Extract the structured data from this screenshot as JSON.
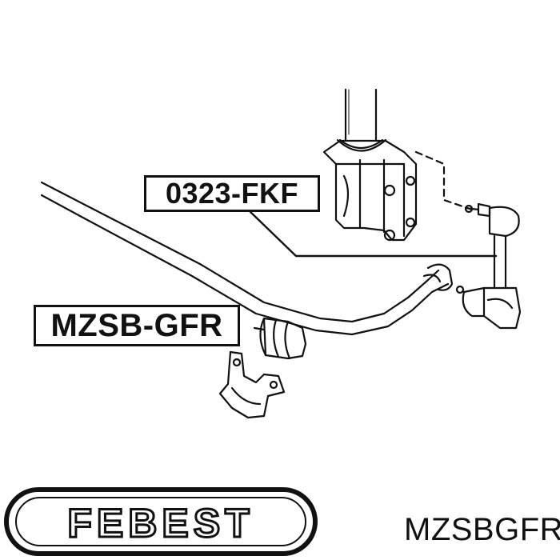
{
  "callouts": [
    {
      "id": "0323",
      "text": "0323-FKF"
    },
    {
      "id": "mzsb",
      "text": "MZSB-GFR"
    }
  ],
  "brand": {
    "name": "FEBEST"
  },
  "part_number": "MZSBGFR",
  "colors": {
    "line": "#111111",
    "background": "#ffffff"
  }
}
